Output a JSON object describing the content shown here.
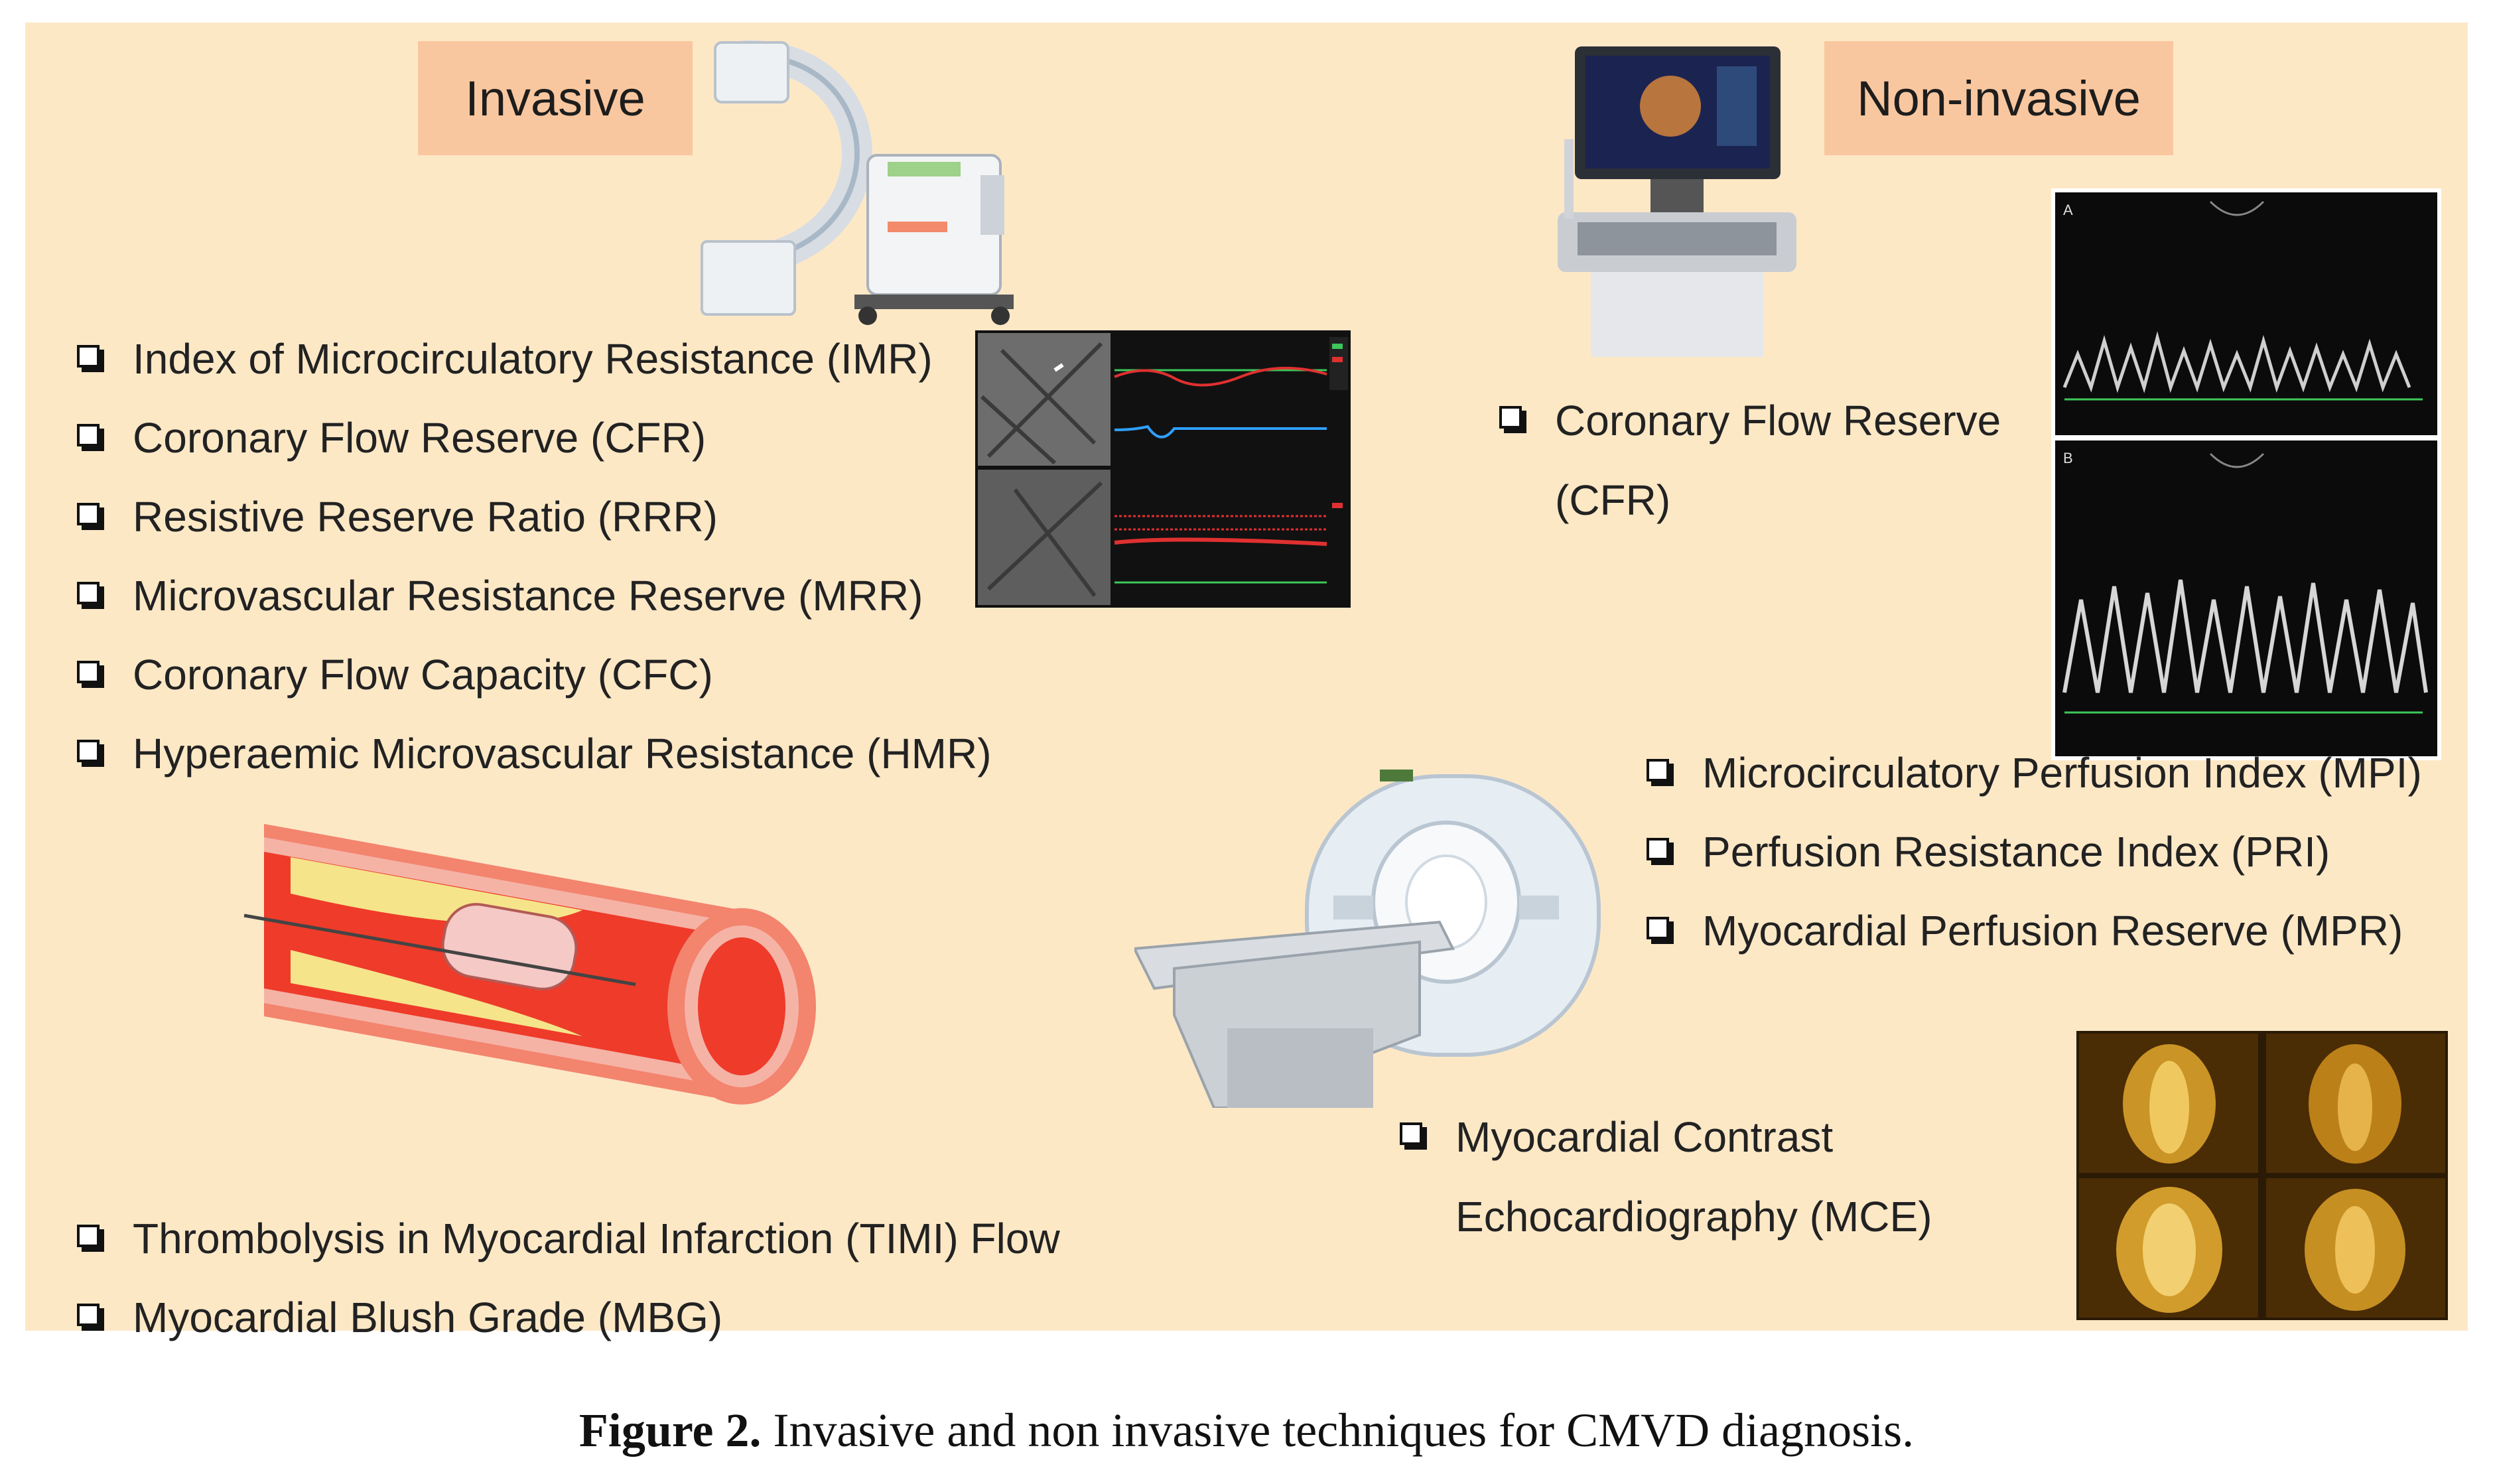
{
  "invasive": {
    "heading": "Invasive",
    "items": [
      "Index of Microcirculatory Resistance (IMR)",
      "Coronary Flow Reserve (CFR)",
      "Resistive Reserve Ratio (RRR)",
      "Microvascular Resistance Reserve (MRR)",
      "Coronary Flow Capacity (CFC)",
      "Hyperaemic Microvascular Resistance (HMR)"
    ],
    "angio_items": [
      "Thrombolysis in Myocardial Infarction (TIMI) Flow",
      "Myocardial Blush Grade (MBG)"
    ]
  },
  "non_invasive": {
    "heading": "Non-invasive",
    "echo_item_line1": "Coronary Flow Reserve",
    "echo_item_line2": "(CFR)",
    "doppler_labels": [
      "A",
      "B"
    ],
    "mri_items": [
      "Microcirculatory Perfusion Index (MPI)",
      "Perfusion Resistance Index (PRI)",
      "Myocardial Perfusion Reserve (MPR)"
    ],
    "mce_line1": "Myocardial Contrast",
    "mce_line2": "Echocardiography (MCE)"
  },
  "caption": {
    "label": "Figure 2.",
    "text": " Invasive and non invasive techniques for CMVD diagnosis."
  },
  "colors": {
    "panel_background": "#fde8c6",
    "heading_box": "#f9c79f",
    "vessel_wall": "#f0806a",
    "blood": "#ee3b2a",
    "plaque": "#f6e48a"
  },
  "icons": [
    "c-arm-machine-icon",
    "ultrasound-machine-icon",
    "mri-scanner-icon",
    "blood-vessel-with-balloon-icon",
    "pressure-wire-tracing-image",
    "doppler-flow-image",
    "contrast-echo-image"
  ]
}
